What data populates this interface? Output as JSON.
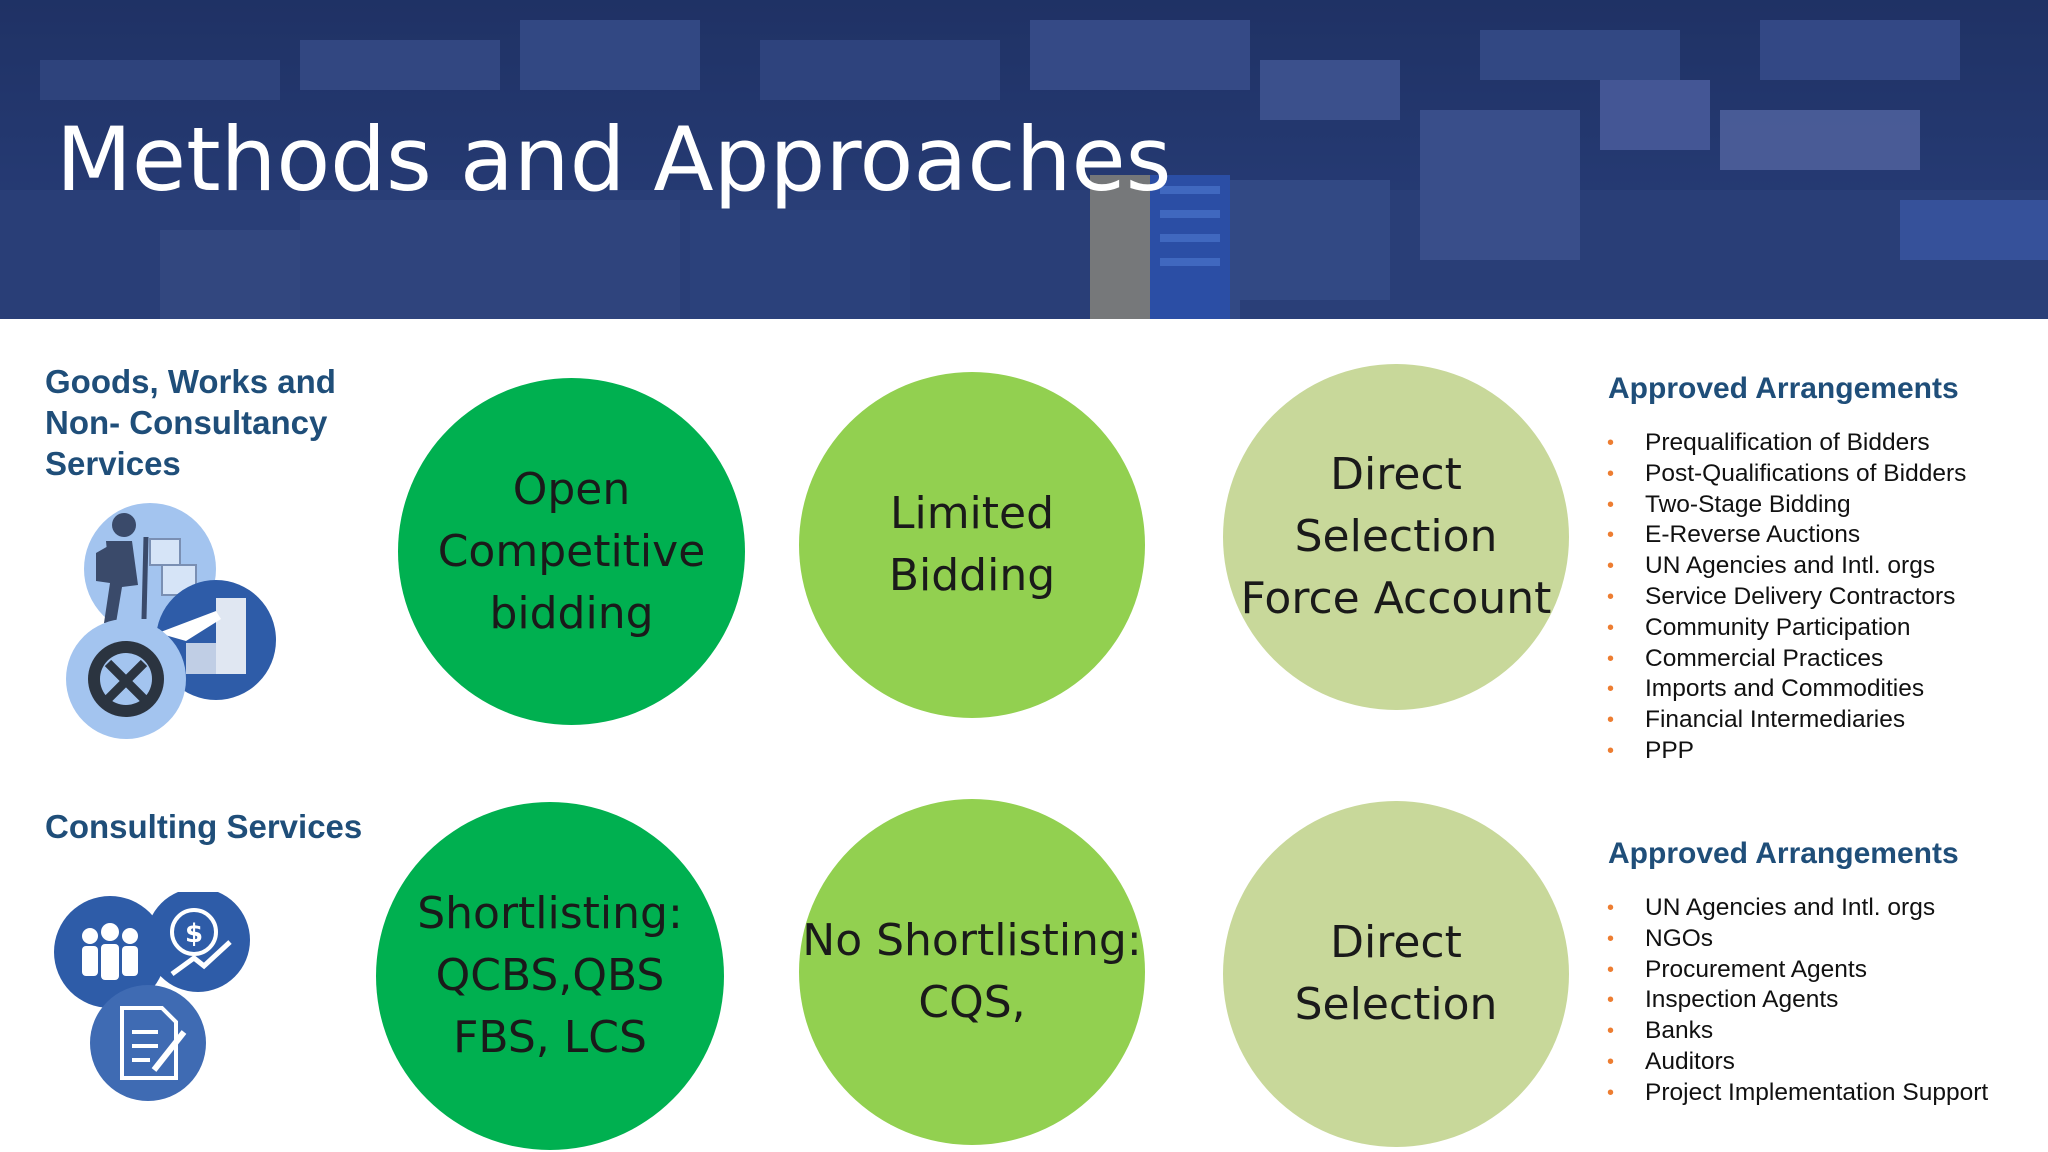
{
  "slide": {
    "title": "Methods and Approaches"
  },
  "goods_section": {
    "heading": "Goods, Works and Non- Consultancy Services",
    "circles": [
      {
        "label": "Open\nCompetitive\nbidding",
        "color": "#00b050"
      },
      {
        "label": "Limited\nBidding",
        "color": "#92d050"
      },
      {
        "label": "Direct Selection\nForce Account",
        "color": "#c8d89a"
      }
    ],
    "arrangements_heading": "Approved Arrangements",
    "arrangements": [
      "Prequalification of Bidders",
      "Post-Qualifications of Bidders",
      "Two-Stage Bidding",
      "E-Reverse Auctions",
      "UN Agencies and Intl. orgs",
      "Service Delivery Contractors",
      "Community Participation",
      "Commercial Practices",
      "Imports and Commodities",
      "Financial Intermediaries",
      "PPP"
    ],
    "icons": [
      "delivery-worker-icon",
      "airplane-building-icon",
      "gear-tools-icon"
    ]
  },
  "consulting_section": {
    "heading": "Consulting Services",
    "circles": [
      {
        "label": "Shortlisting:\nQCBS,QBS\nFBS, LCS",
        "color": "#00b050"
      },
      {
        "label": "No Shortlisting:\nCQS,",
        "color": "#92d050"
      },
      {
        "label": "Direct Selection",
        "color": "#c8d89a"
      }
    ],
    "arrangements_heading": "Approved Arrangements",
    "arrangements": [
      "UN Agencies and Intl. orgs",
      "NGOs",
      "Procurement Agents",
      "Inspection Agents",
      "Banks",
      "Auditors",
      "Project Implementation Support"
    ],
    "icons": [
      "people-group-icon",
      "money-growth-icon",
      "document-edit-icon"
    ]
  },
  "colors": {
    "heading_blue": "#1f4e79",
    "bullet_orange": "#ed7d31",
    "banner_blue": "#25376a"
  }
}
